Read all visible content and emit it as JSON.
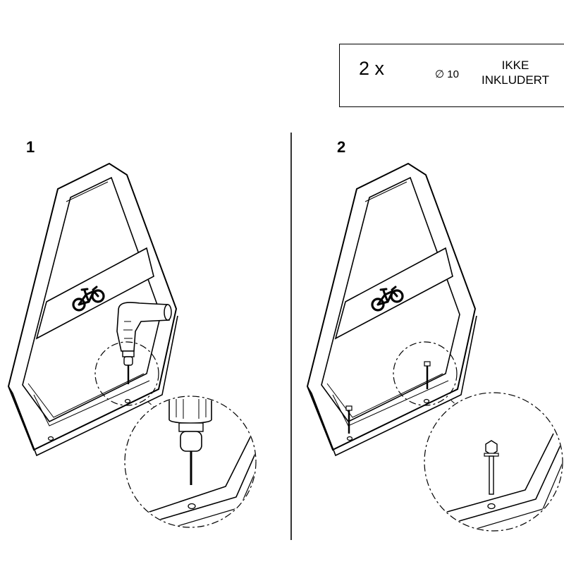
{
  "legend": {
    "quantity": "2 x",
    "diameter_symbol": "∅",
    "diameter_value": "10",
    "note_line1": "IKKE",
    "note_line2": "INKLUDERT"
  },
  "steps": [
    {
      "number": "1"
    },
    {
      "number": "2"
    }
  ]
}
